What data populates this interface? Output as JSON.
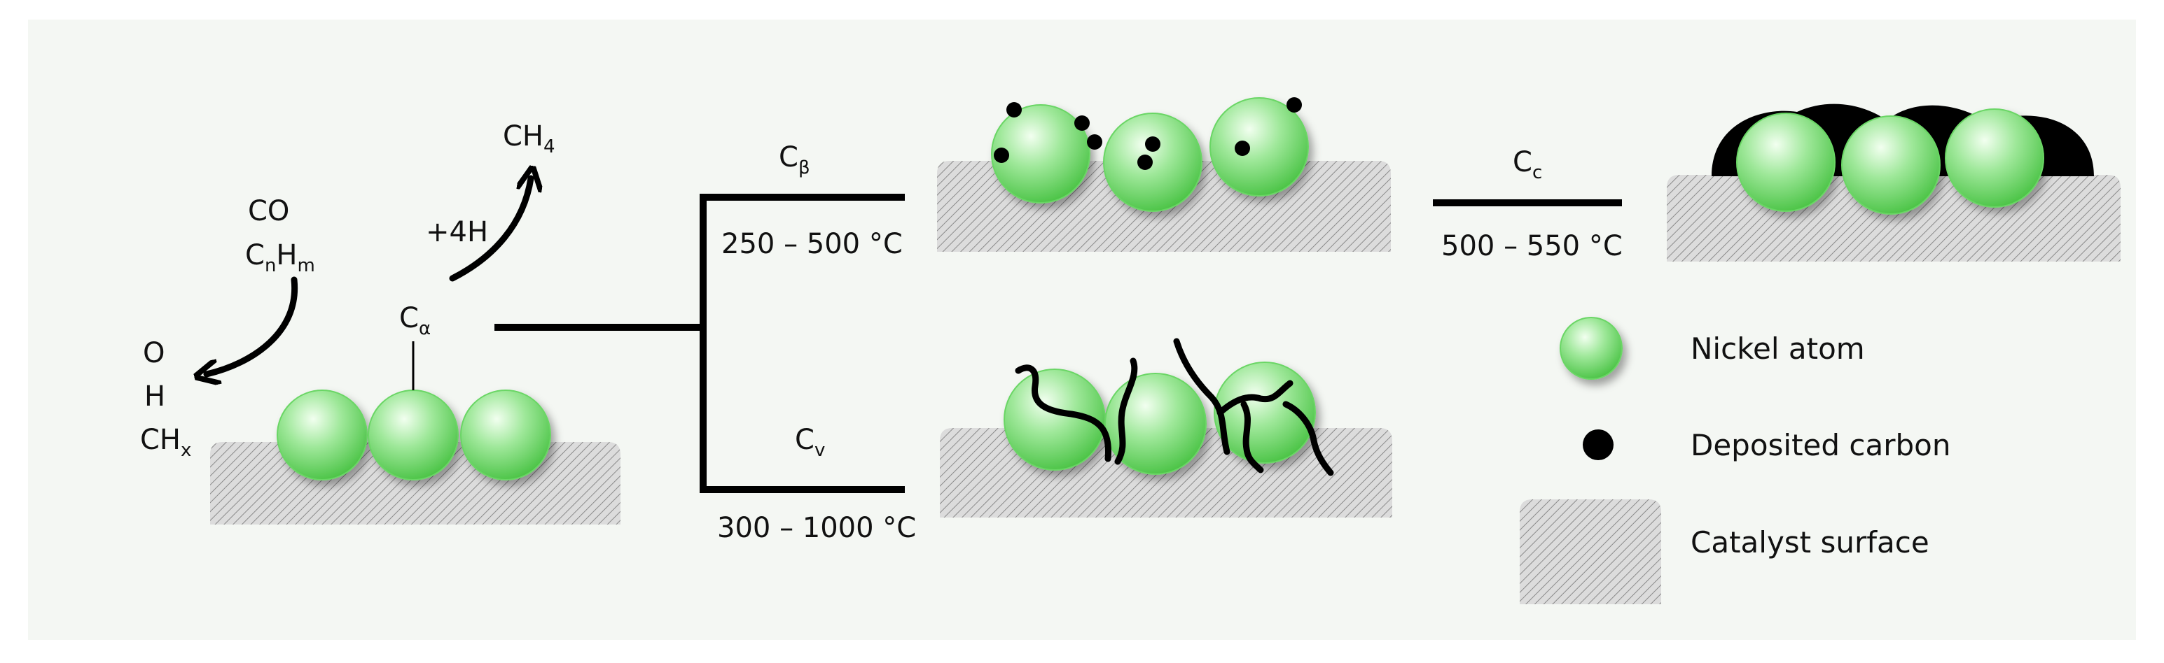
{
  "diagram": {
    "background_color": "#f4f7f3",
    "nickel_color": "#5fd35a",
    "carbon_color": "#000000",
    "surface_color": "#d9d9d9",
    "reactants": {
      "co": "CO",
      "cnhm": {
        "base1": "C",
        "sub1": "n",
        "base2": "H",
        "sub2": "m"
      }
    },
    "adsorbates": {
      "o": "O",
      "h": "H",
      "chx": {
        "base": "CH",
        "sub": "x"
      }
    },
    "hydrogenation": {
      "reagent": "+4H",
      "product": {
        "base": "CH",
        "sub": "4"
      }
    },
    "c_alpha": {
      "base": "C",
      "sub": "α"
    },
    "c_beta": {
      "base": "C",
      "sub": "β",
      "temperature": "250 – 500 °C"
    },
    "c_v": {
      "base": "C",
      "sub": "v",
      "temperature": "300 – 1000 °C"
    },
    "c_c": {
      "base": "C",
      "sub": "c",
      "temperature": "500 – 550 °C"
    },
    "legend": {
      "nickel": "Nickel atom",
      "carbon": "Deposited carbon",
      "surface": "Catalyst surface"
    }
  }
}
